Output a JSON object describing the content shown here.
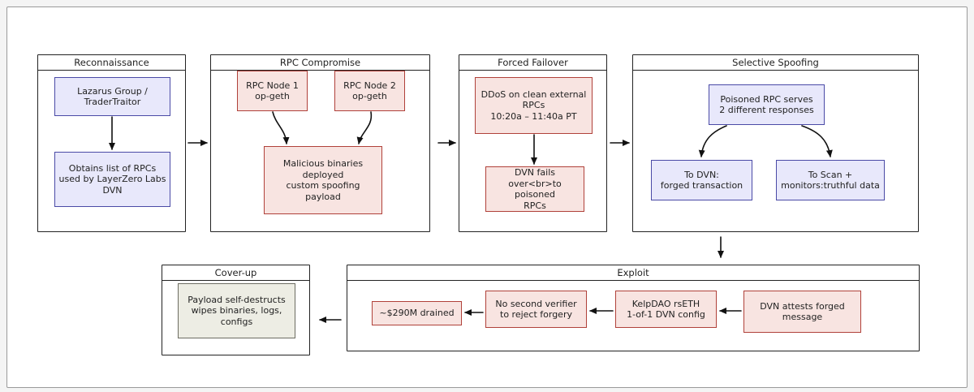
{
  "groups": {
    "reconnaissance": "Reconnaissance",
    "rpc_compromise": "RPC Compromise",
    "forced_failover": "Forced Failover",
    "selective_spoofing": "Selective Spoofing",
    "exploit": "Exploit",
    "cover_up": "Cover-up"
  },
  "nodes": {
    "lazarus": "Lazarus Group /\nTraderTraitor",
    "obtains_rpcs": "Obtains list of RPCs\nused by LayerZero Labs\nDVN",
    "rpc_node_1": "RPC Node 1\nop-geth",
    "rpc_node_2": "RPC Node 2\nop-geth",
    "malicious_binaries": "Malicious binaries\ndeployed\ncustom spoofing payload",
    "ddos": "DDoS on clean external\nRPCs\n10:20a – 11:40a PT",
    "dvn_fails": "DVN fails\nover<br>to poisoned\nRPCs",
    "poisoned_rpc": "Poisoned RPC serves\n2 different responses",
    "to_dvn": "To DVN:\nforged transaction",
    "to_scan": "To Scan +\nmonitors:truthful data",
    "dvn_attests": "DVN attests forged\nmessage",
    "kelpdao": "KelpDAO rsETH\n1-of-1 DVN config",
    "no_second_verifier": "No second verifier\nto reject forgery",
    "drained": "~$290M drained",
    "payload_destructs": "Payload self-destructs\nwipes binaries, logs,\nconfigs"
  },
  "colors": {
    "blue_fill": "#e8e8fb",
    "blue_stroke": "#4a4aa6",
    "red_fill": "#f8e4e1",
    "red_stroke": "#b0413a",
    "grey_fill": "#ededE4",
    "grey_stroke": "#6d6d62"
  }
}
